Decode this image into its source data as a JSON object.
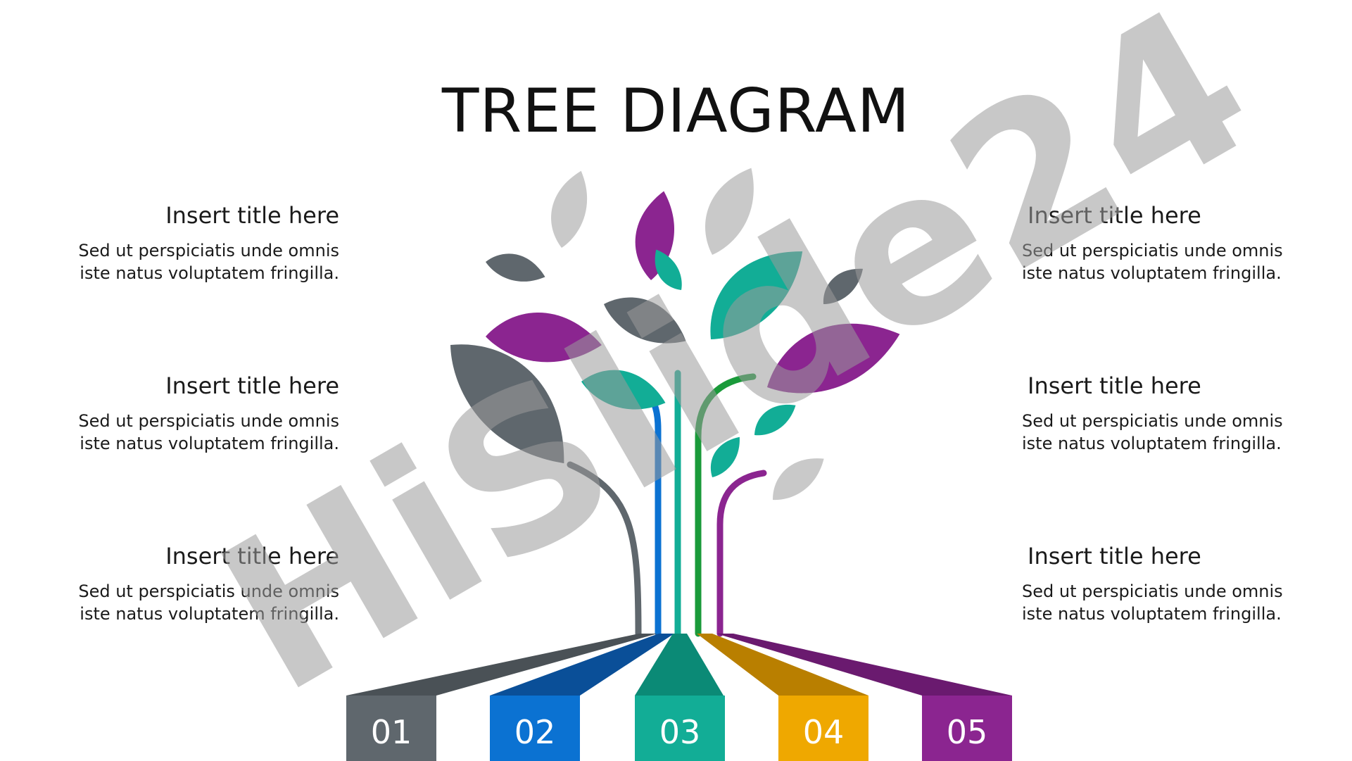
{
  "title": "TREE DIAGRAM",
  "left_items": [
    {
      "title": "Insert title here",
      "desc_line1": "Sed ut perspiciatis unde omnis",
      "desc_line2": "iste natus voluptatem fringilla."
    },
    {
      "title": "Insert title here",
      "desc_line1": "Sed ut perspiciatis unde omnis",
      "desc_line2": "iste natus voluptatem fringilla."
    },
    {
      "title": "Insert title here",
      "desc_line1": "Sed ut perspiciatis unde omnis",
      "desc_line2": "iste natus voluptatem fringilla."
    }
  ],
  "right_items": [
    {
      "title": "Insert title here",
      "desc_line1": "Sed ut perspiciatis unde omnis",
      "desc_line2": "iste natus voluptatem fringilla."
    },
    {
      "title": "Insert title here",
      "desc_line1": "Sed ut perspiciatis unde omnis",
      "desc_line2": "iste natus voluptatem fringilla."
    },
    {
      "title": "Insert title here",
      "desc_line1": "Sed ut perspiciatis unde omnis",
      "desc_line2": "iste natus voluptatem fringilla."
    }
  ],
  "steps": [
    {
      "number": "01",
      "color": "#5f676d",
      "dark": "#4a5156"
    },
    {
      "number": "02",
      "color": "#0b72d2",
      "dark": "#0a4f98"
    },
    {
      "number": "03",
      "color": "#12ad96",
      "dark": "#0b8a76"
    },
    {
      "number": "04",
      "color": "#efa800",
      "dark": "#b97f00"
    },
    {
      "number": "05",
      "color": "#8b2590",
      "dark": "#6a1a6f"
    }
  ],
  "leaf_colors": {
    "purple": "#8b2590",
    "teal": "#12ad96",
    "gray": "#5f676d",
    "light": "#c9c9c9"
  },
  "watermark": "HiSlide24"
}
